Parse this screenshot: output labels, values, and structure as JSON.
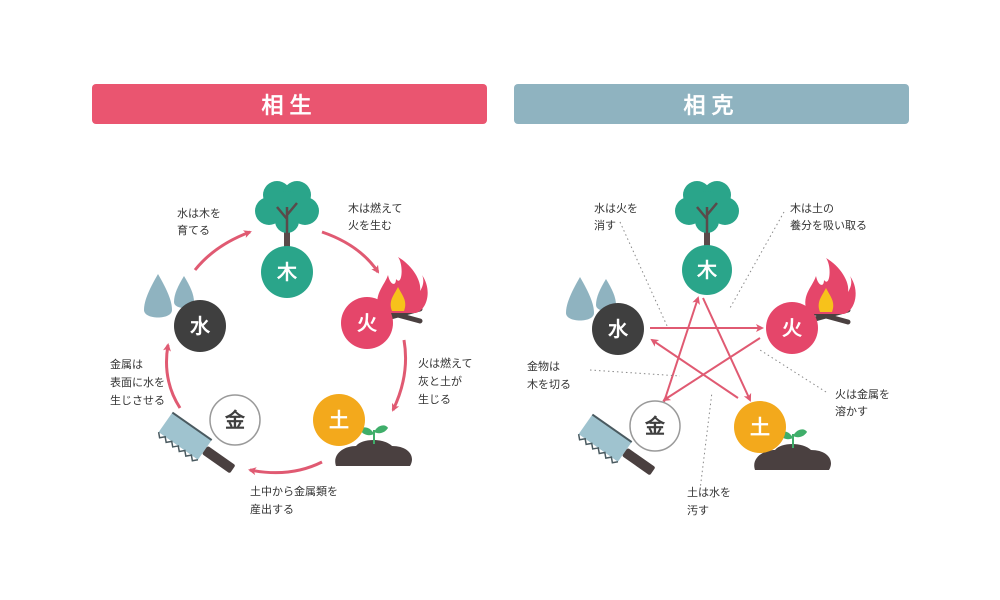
{
  "left_panel": {
    "title": "相生",
    "elements": {
      "wood": "木",
      "fire": "火",
      "earth": "土",
      "metal": "金",
      "water": "水"
    },
    "annotations": {
      "water_wood": [
        "水は木を",
        "育てる"
      ],
      "wood_fire": [
        "木は燃えて",
        "火を生む"
      ],
      "fire_earth": [
        "火は燃えて",
        "灰と土が",
        "生じる"
      ],
      "earth_metal": [
        "土中から金属類を",
        "産出する"
      ],
      "metal_water": [
        "金属は",
        "表面に水を",
        "生じさせる"
      ]
    }
  },
  "right_panel": {
    "title": "相克",
    "elements": {
      "wood": "木",
      "fire": "火",
      "earth": "土",
      "metal": "金",
      "water": "水"
    },
    "annotations": {
      "water_fire": [
        "水は火を",
        "消す"
      ],
      "wood_earth": [
        "木は土の",
        "養分を吸い取る"
      ],
      "metal_wood": [
        "金物は",
        "木を切る"
      ],
      "fire_metal": [
        "火は金属を",
        "溶かす"
      ],
      "earth_water": [
        "土は水を",
        "汚す"
      ]
    }
  },
  "colors": {
    "arrow": "#e05a72",
    "wood": "#2aa58a",
    "fire": "#e5466a",
    "earth": "#f3a91c",
    "water": "#3f3f3f",
    "metal_border": "#9a9a9a",
    "banner_left": "#ea5570",
    "banner_right": "#8fb3c0"
  },
  "icons": [
    "tree-icon",
    "flame-icon",
    "soil-sprout-icon",
    "saw-icon",
    "water-drops-icon"
  ]
}
